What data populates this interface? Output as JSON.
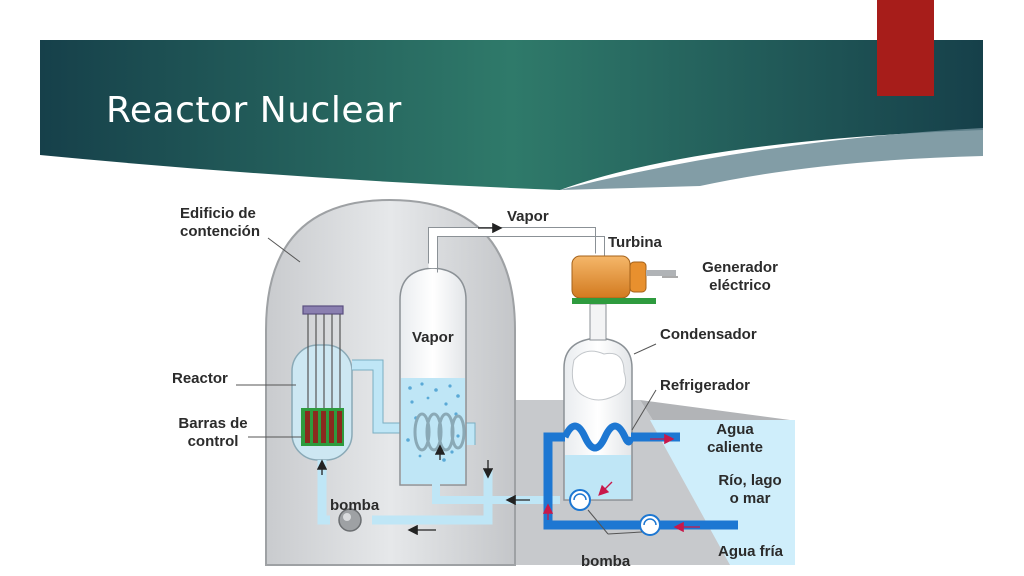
{
  "slide": {
    "title": "Reactor Nuclear"
  },
  "colors": {
    "banner_dark": "#16404a",
    "banner_light": "#2f7a6a",
    "accent_red": "#a71d1a",
    "building_gray": "#d6d8da",
    "water_light": "#bfe6f6",
    "water_blue": "#1d77d2",
    "turbine_orange": "#e8902e",
    "rod_red": "#8a2a1e",
    "flow_arrow_red": "#c8184a"
  },
  "labels": {
    "containment_line1": "Edificio de",
    "containment_line2": "contención",
    "vapor_pipe": "Vapor",
    "turbine": "Turbina",
    "generator_line1": "Generador",
    "generator_line2": "eléctrico",
    "vapor_tank": "Vapor",
    "condenser": "Condensador",
    "reactor": "Reactor",
    "refrigerator": "Refrigerador",
    "rods_line1": "Barras de",
    "rods_line2": "control",
    "hot_water_line1": "Agua",
    "hot_water_line2": "caliente",
    "river_line1": "Río, lago",
    "river_line2": "o mar",
    "pump_inner": "bomba",
    "pump_outer": "bomba",
    "cold_water": "Agua fría"
  }
}
